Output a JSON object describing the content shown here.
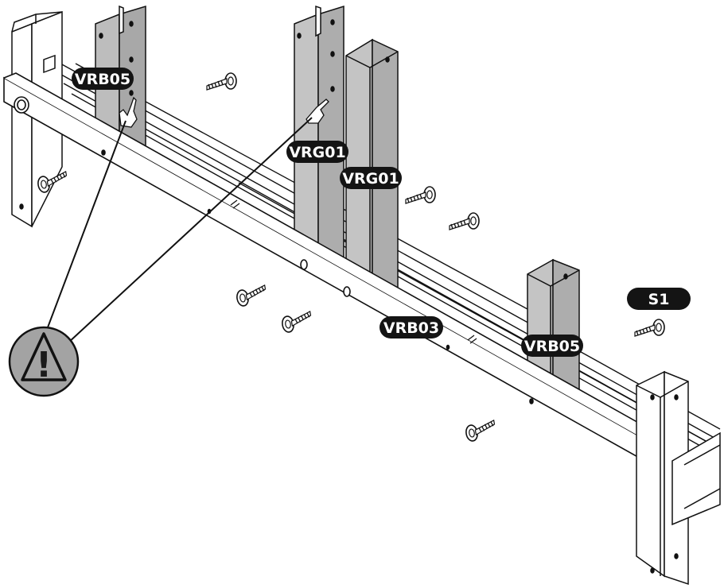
{
  "diagram": {
    "labels": {
      "vrb05_upper": "VRB05",
      "vrg01_a": "VRG01",
      "vrg01_b": "VRG01",
      "vrb03": "VRB03",
      "vrb05_lower": "VRB05",
      "s1": "S1"
    },
    "warning_symbol": "!",
    "colors": {
      "label_bg": "#141414",
      "label_text": "#ffffff",
      "metal_light": "#c8c8c8",
      "metal_mid": "#b4b4b4",
      "metal_dark": "#9a9a9a",
      "warning_fill": "#a3a3a3",
      "line": "#111111"
    }
  }
}
